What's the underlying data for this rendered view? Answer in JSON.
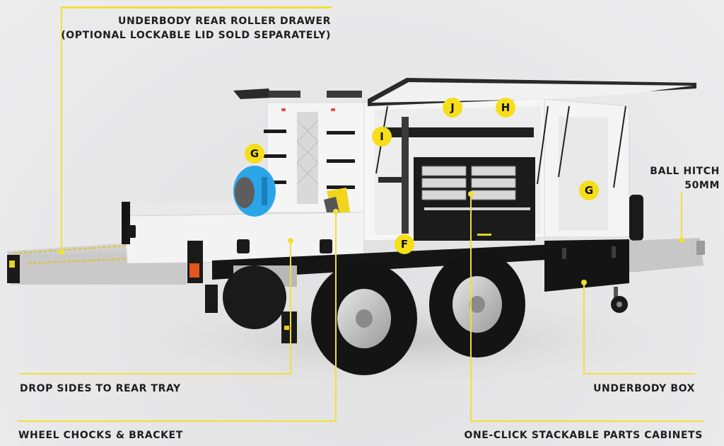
{
  "callouts": {
    "roller_drawer": {
      "line1": "UNDERBODY REAR ROLLER DRAWER",
      "line2": "(OPTIONAL LOCKABLE LID SOLD SEPARATELY)"
    },
    "ball_hitch": {
      "line1": "BALL HITCH",
      "line2": "50MM"
    },
    "drop_sides": {
      "label": "DROP SIDES TO REAR TRAY"
    },
    "wheel_chocks": {
      "label": "WHEEL CHOCKS & BRACKET"
    },
    "underbody_box": {
      "label": "UNDERBODY BOX"
    },
    "parts_cabinets": {
      "label": "ONE-CLICK STACKABLE PARTS CABINETS"
    }
  },
  "markers": [
    {
      "id": "G-front",
      "letter": "G"
    },
    {
      "id": "I",
      "letter": "I"
    },
    {
      "id": "J",
      "letter": "J"
    },
    {
      "id": "H",
      "letter": "H"
    },
    {
      "id": "G-side",
      "letter": "G"
    },
    {
      "id": "F",
      "letter": "F"
    }
  ],
  "colors": {
    "accent_yellow": "#f2df3a",
    "marker_yellow": "#f6de1a",
    "label_text": "#1e1e1e",
    "background": "#e6e6e7",
    "body_white": "#f4f4f4",
    "chassis_black": "#141414",
    "hose_blue": "#2aa6e8"
  }
}
